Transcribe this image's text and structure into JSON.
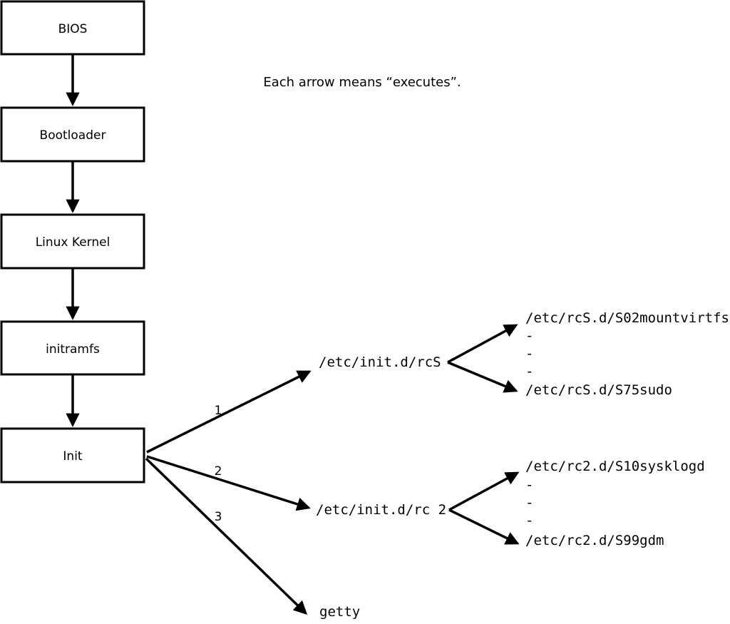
{
  "note": "Each arrow means “executes”.",
  "boot_chain": [
    {
      "label": "BIOS"
    },
    {
      "label": "Bootloader"
    },
    {
      "label": "Linux Kernel"
    },
    {
      "label": "initramfs"
    },
    {
      "label": "Init"
    }
  ],
  "init_branches": [
    {
      "order": "1",
      "target": "/etc/init.d/rcS"
    },
    {
      "order": "2",
      "target": "/etc/init.d/rc 2"
    },
    {
      "order": "3",
      "target": "getty"
    }
  ],
  "rcS_fan": {
    "top": "/etc/rcS.d/S02mountvirtfs",
    "dashes": [
      "-",
      "-",
      "-"
    ],
    "bottom": "/etc/rcS.d/S75sudo"
  },
  "rc2_fan": {
    "top": "/etc/rc2.d/S10sysklogd",
    "dashes": [
      "-",
      "-",
      "-"
    ],
    "bottom": "/etc/rc2.d/S99gdm"
  },
  "colors": {
    "ink": "#000000",
    "background": "#ffffff"
  }
}
